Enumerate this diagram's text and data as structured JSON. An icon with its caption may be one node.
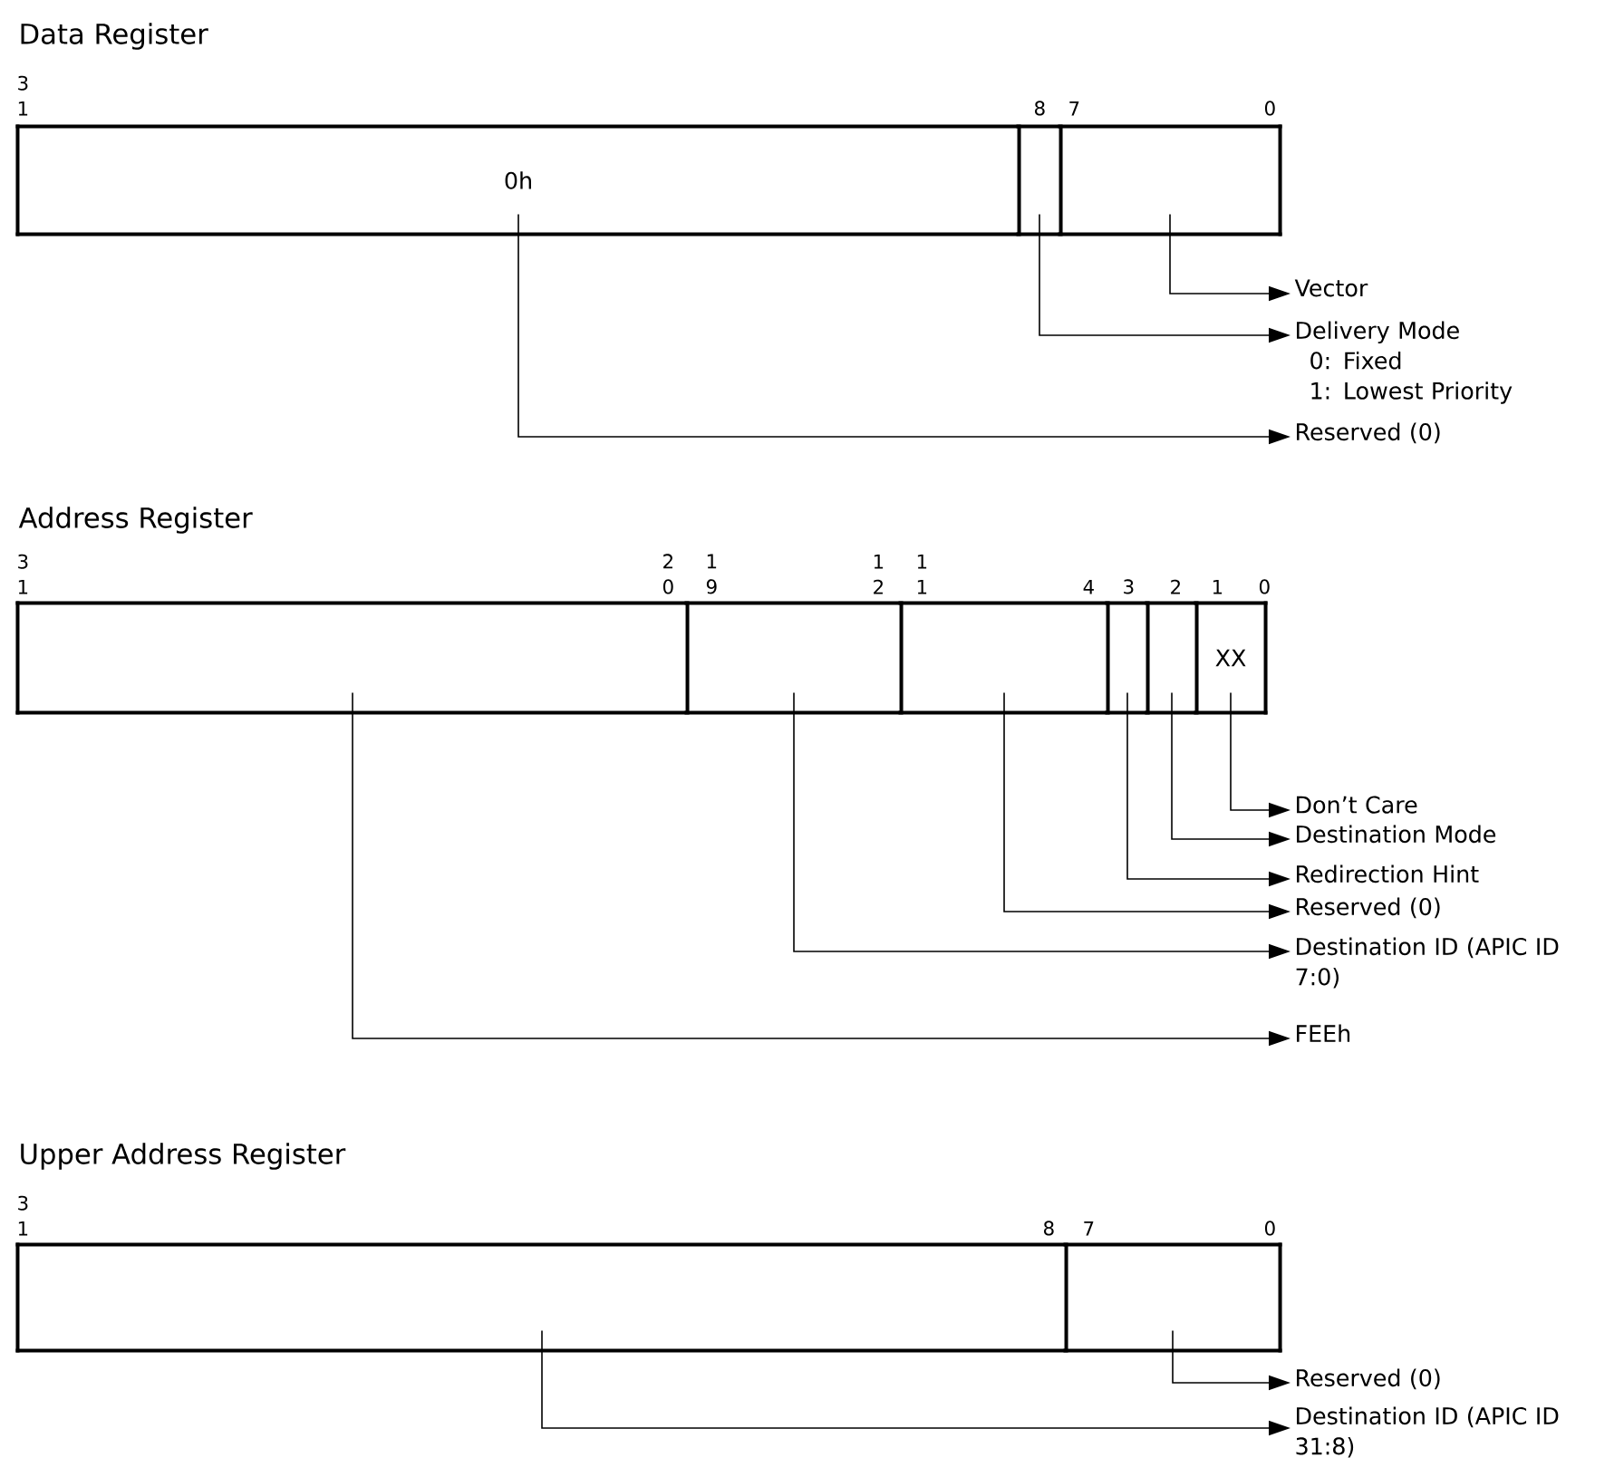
{
  "diagram": {
    "nodes": [
      {
        "text": [
          "Data Register"
        ]
      },
      {
        "text": [
          "0h"
        ],
        "in": 0
      },
      {
        "text": [],
        "shape": "box",
        "in": 0
      },
      {
        "text": [],
        "shape": "box",
        "in": 0
      },
      {
        "text": [
          "Vector"
        ]
      },
      {
        "text": [
          "Delivery Mode",
          "0: Fixed",
          "1: Lowest Priority"
        ]
      },
      {
        "text": [
          "Reserved (0)"
        ]
      },
      {
        "text": [
          "Address Register"
        ]
      },
      {
        "text": [],
        "shape": "box",
        "in": 7
      },
      {
        "text": [],
        "shape": "box",
        "in": 7
      },
      {
        "text": [],
        "shape": "box",
        "in": 7
      },
      {
        "text": [],
        "shape": "box",
        "in": 7
      },
      {
        "text": [],
        "shape": "box",
        "in": 7
      },
      {
        "text": [
          "XX"
        ],
        "in": 7
      },
      {
        "text": [
          "Don’t Care"
        ]
      },
      {
        "text": [
          "Destination Mode"
        ]
      },
      {
        "text": [
          "Redirection Hint"
        ]
      },
      {
        "text": [
          "Reserved (0)"
        ]
      },
      {
        "text": [
          "Destination ID (APIC ID 7:0)"
        ]
      },
      {
        "text": [
          "FEEh"
        ]
      },
      {
        "text": [
          "Upper Address Register"
        ]
      },
      {
        "text": [],
        "shape": "box",
        "in": 20
      },
      {
        "text": [],
        "shape": "box",
        "in": 20
      },
      {
        "text": [
          "Reserved (0)"
        ]
      },
      {
        "text": [
          "Destination ID (APIC ID 31:8)"
        ]
      }
    ],
    "edges": [
      {
        "from": 3,
        "to": 4,
        "arrow": "to"
      },
      {
        "from": 2,
        "to": 5,
        "arrow": "to"
      },
      {
        "from": 1,
        "to": 6,
        "arrow": "to"
      },
      {
        "from": 13,
        "to": 14,
        "arrow": "to"
      },
      {
        "from": 12,
        "to": 15,
        "arrow": "to"
      },
      {
        "from": 11,
        "to": 16,
        "arrow": "to"
      },
      {
        "from": 10,
        "to": 17,
        "arrow": "to"
      },
      {
        "from": 9,
        "to": 18,
        "arrow": "to"
      },
      {
        "from": 8,
        "to": 19,
        "arrow": "to"
      },
      {
        "from": 22,
        "to": 23,
        "arrow": "to"
      },
      {
        "from": 21,
        "to": 24,
        "arrow": "to"
      }
    ],
    "labels": [
      "3 1",
      "8",
      "7",
      "0",
      "3 1",
      "2 0",
      "1 9",
      "1 2",
      "1 1",
      "4",
      "3",
      "2",
      "1",
      "0",
      "3 1",
      "8",
      "7",
      "0"
    ]
  }
}
